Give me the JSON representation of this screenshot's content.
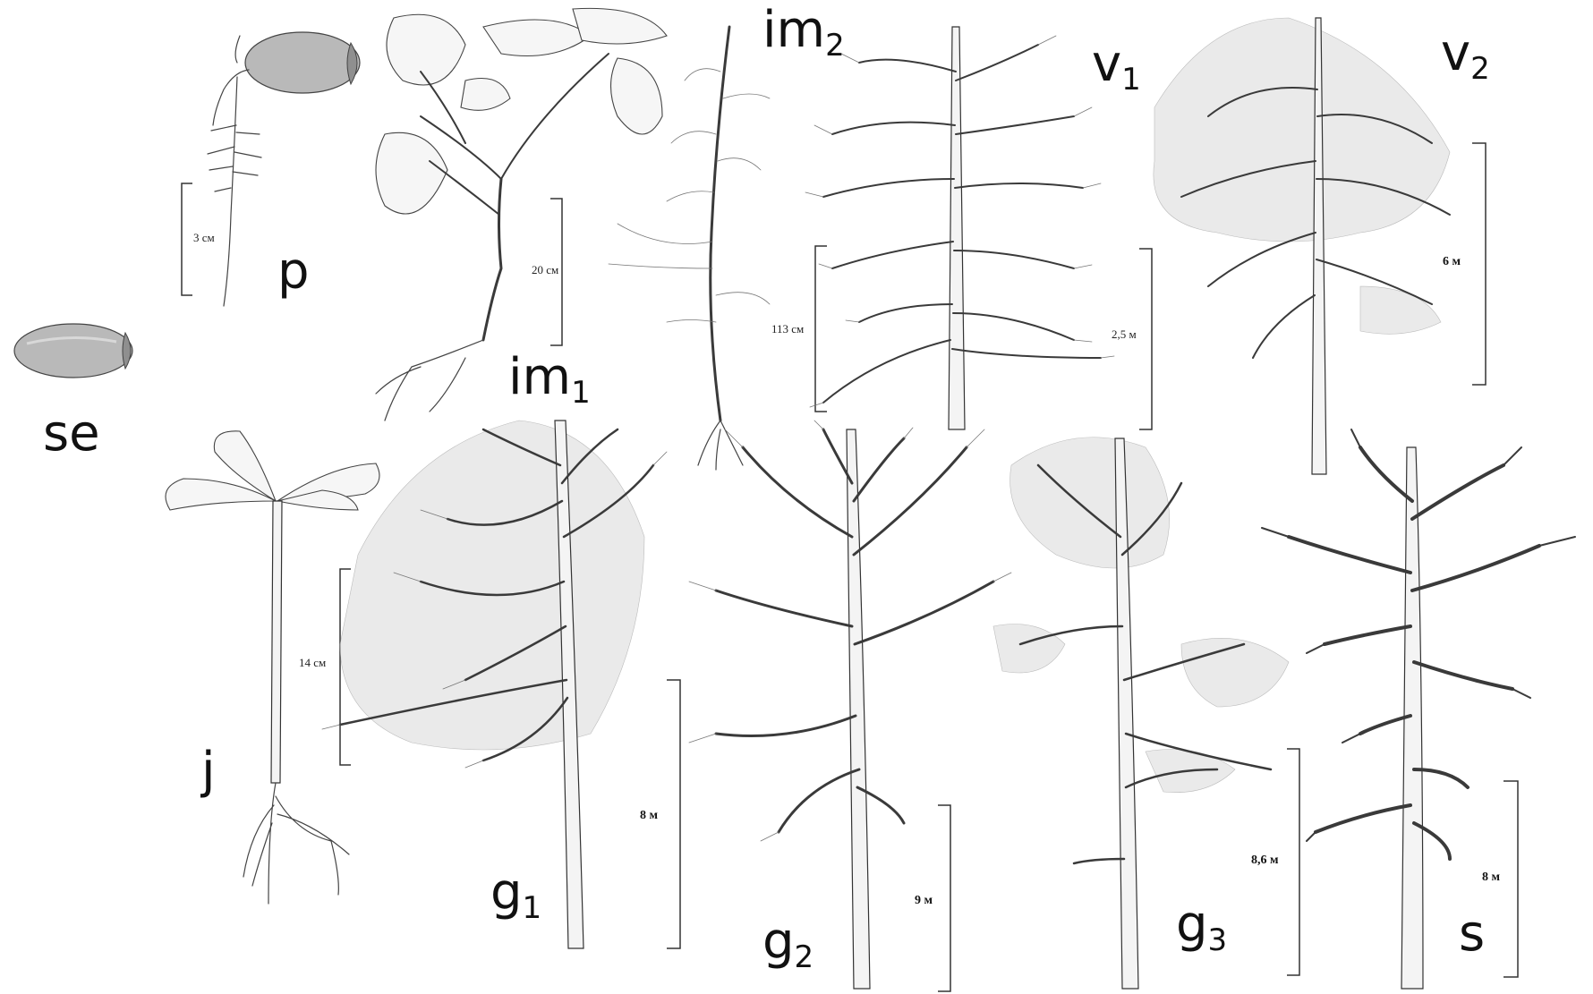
{
  "stages": [
    {
      "id": "se",
      "label": "se",
      "sub": ""
    },
    {
      "id": "p",
      "label": "p",
      "sub": "",
      "scale": "3 см"
    },
    {
      "id": "j",
      "label": "j",
      "sub": "",
      "scale": "14 см"
    },
    {
      "id": "im1",
      "label": "im",
      "sub": "1",
      "scale": "20 см"
    },
    {
      "id": "im2",
      "label": "im",
      "sub": "2",
      "scale": "113 см"
    },
    {
      "id": "v1",
      "label": "v",
      "sub": "1",
      "scale": "2,5 м"
    },
    {
      "id": "v2",
      "label": "v",
      "sub": "2",
      "scale": "6 м"
    },
    {
      "id": "g1",
      "label": "g",
      "sub": "1",
      "scale": "8 м"
    },
    {
      "id": "g2",
      "label": "g",
      "sub": "2",
      "scale": "9 м"
    },
    {
      "id": "g3",
      "label": "g",
      "sub": "3",
      "scale": "8,6 м"
    },
    {
      "id": "s",
      "label": "s",
      "sub": "",
      "scale": "8 м"
    }
  ]
}
